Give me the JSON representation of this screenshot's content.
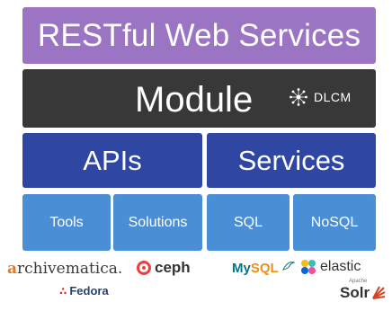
{
  "colors": {
    "purple": "#9b74c3",
    "dark": "#383838",
    "navy": "#2f47a3",
    "blue": "#4a8fd6"
  },
  "layers": {
    "rest": "RESTful Web Services",
    "module": "Module",
    "dlcm": "DLCM",
    "apis": "APIs",
    "services": "Services",
    "tools": "Tools",
    "solutions": "Solutions",
    "sql": "SQL",
    "nosql": "NoSQL"
  },
  "logos": {
    "archivematica": "rchivematica.",
    "archivematica_mark": "a",
    "ceph": "ceph",
    "mysql_my": "My",
    "mysql_sql": "SQL",
    "elastic": "elastic",
    "fedora": "Fedora",
    "solr_apache": "Apache",
    "solr": "Solr"
  }
}
